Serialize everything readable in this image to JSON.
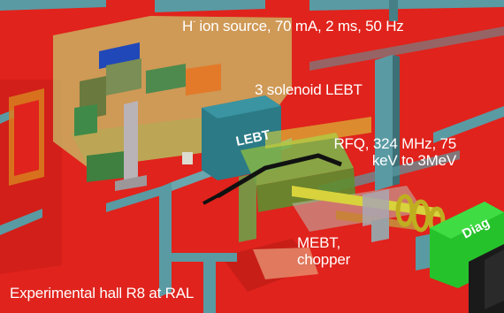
{
  "labels": {
    "ion_source": {
      "species": "H",
      "charge": "-",
      "text": " ion source, 70 mA, 2 ms, 50 Hz"
    },
    "lebt": "3 solenoid LEBT",
    "rfq_line1": "RFQ, 324 MHz, 75",
    "rfq_line2": "keV to 3MeV",
    "mebt_line1": "MEBT,",
    "mebt_line2": "chopper",
    "hall": "Experimental hall R8 at RAL"
  },
  "box_text": {
    "lebt": "LEBT",
    "diag": "Diag"
  },
  "colors": {
    "floor": "#e0231c",
    "label_text": "#ffffff",
    "wall": "#4f8c94",
    "lebt_box": "#2b7a86",
    "diag_box": "#26c22b",
    "source_envelope": "#c9c26a",
    "beamline_yellow": "#d8d23c"
  }
}
